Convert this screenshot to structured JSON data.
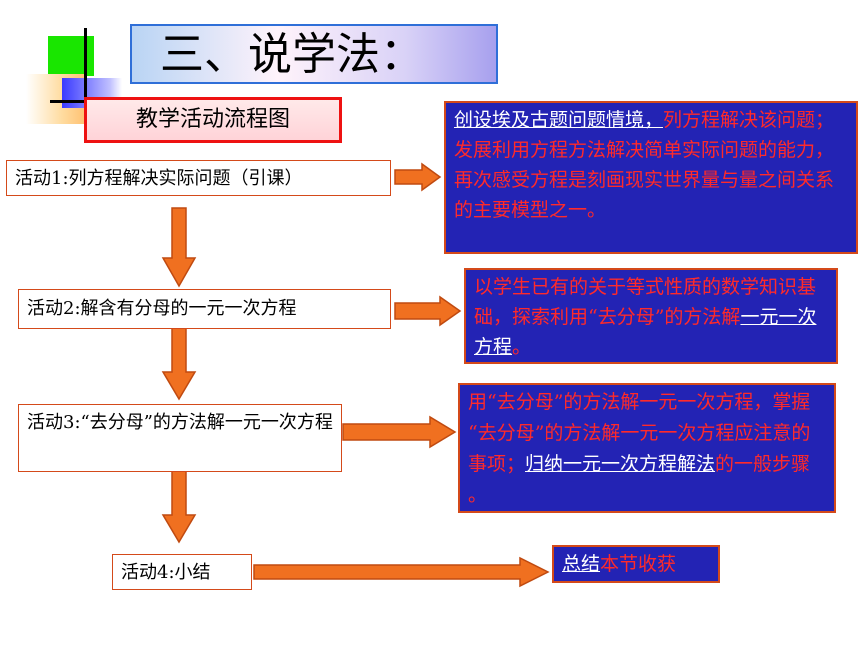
{
  "title": "三、说学法：",
  "flow_title": "教学活动流程图",
  "activities": [
    {
      "label": "活动1:列方程解决实际问题（引课）"
    },
    {
      "label": "活动2:解含有分母的一元一次方程"
    },
    {
      "label": "活动3:“去分母”的方法解一元一次方程"
    },
    {
      "label": "活动4:小结"
    }
  ],
  "notes": {
    "n1": {
      "link": "创设埃及古题问题情境，",
      "text": "列方程解决该问题；发展利用方程方法解决简单实际问题的能力，再次感受方程是刻画现实世界量与量之间关系的主要模型之一。"
    },
    "n2": {
      "text_a": "以学生已有的关于等式性质的数学知识基础，探索利用“去分母”的方法解",
      "link": "一元一次方程",
      "text_b": "。"
    },
    "n3": {
      "text_a": "用“去分母”的方法解一元一次方程，掌握 “去分母”的方法解一元一次方程应注意的事项；",
      "link": "归纳一元一次方程解法",
      "text_b": "的一般步骤 。"
    },
    "n4": {
      "link": "总结",
      "text": "本节收获"
    }
  },
  "colors": {
    "box_bg": "#2323b4",
    "note_text": "#ff2a2a",
    "arrow": "#f07020",
    "frame": "#d44a1a"
  }
}
